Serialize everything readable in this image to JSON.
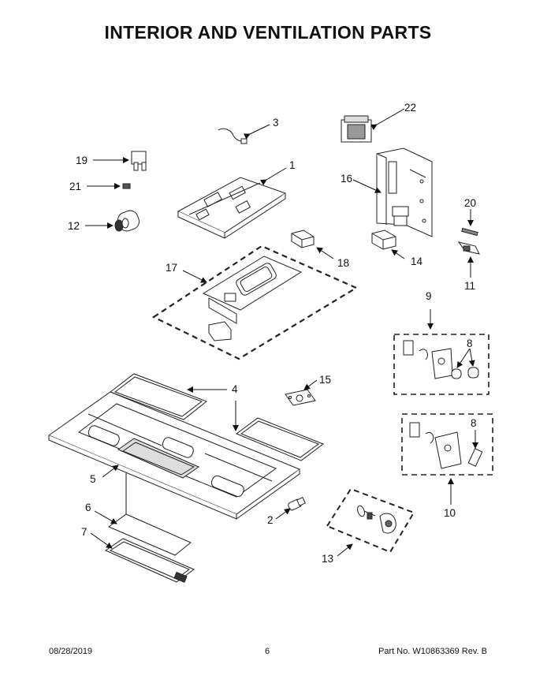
{
  "title": "INTERIOR AND VENTILATION PARTS",
  "callouts": {
    "c1": "1",
    "c2": "2",
    "c3": "3",
    "c4a": "4",
    "c4b": "4",
    "c5": "5",
    "c6": "6",
    "c7": "7",
    "c8a": "8",
    "c8b": "8",
    "c9": "9",
    "c10": "10",
    "c11": "11",
    "c12": "12",
    "c13": "13",
    "c14": "14",
    "c15": "15",
    "c16": "16",
    "c17": "17",
    "c18": "18",
    "c19": "19",
    "c20": "20",
    "c21": "21",
    "c22": "22"
  },
  "footer": {
    "date": "08/28/2019",
    "page": "6",
    "part_number": "Part No. W10863369 Rev. B"
  }
}
